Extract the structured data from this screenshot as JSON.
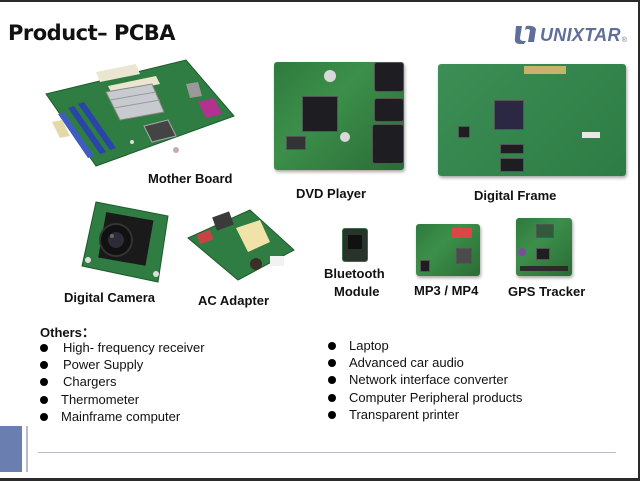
{
  "slide": {
    "title": "Product– PCBA",
    "logo": {
      "text": "UNIXTAR",
      "registered": "®",
      "color": "#5f6f99"
    },
    "products": [
      {
        "id": "mother-board",
        "label": "Mother Board"
      },
      {
        "id": "dvd-player",
        "label": "DVD Player"
      },
      {
        "id": "digital-frame",
        "label": "Digital Frame"
      },
      {
        "id": "digital-camera",
        "label": "Digital Camera"
      },
      {
        "id": "ac-adapter",
        "label": "AC Adapter"
      },
      {
        "id": "bluetooth-module",
        "label_line1": "Bluetooth",
        "label_line2": "Module"
      },
      {
        "id": "mp3-mp4",
        "label": "MP3 / MP4"
      },
      {
        "id": "gps-tracker",
        "label": "GPS Tracker"
      }
    ],
    "others": {
      "title": "Others：",
      "left_items": [
        "High- frequency receiver",
        "Power Supply",
        "Chargers",
        "Thermometer",
        "Mainframe computer"
      ],
      "right_items": [
        "Laptop",
        "Advanced car audio",
        "Network interface converter",
        "Computer Peripheral products",
        "Transparent printer"
      ]
    },
    "colors": {
      "accent_bar": "#6a7fb0",
      "divider": "#b5bccd"
    }
  }
}
